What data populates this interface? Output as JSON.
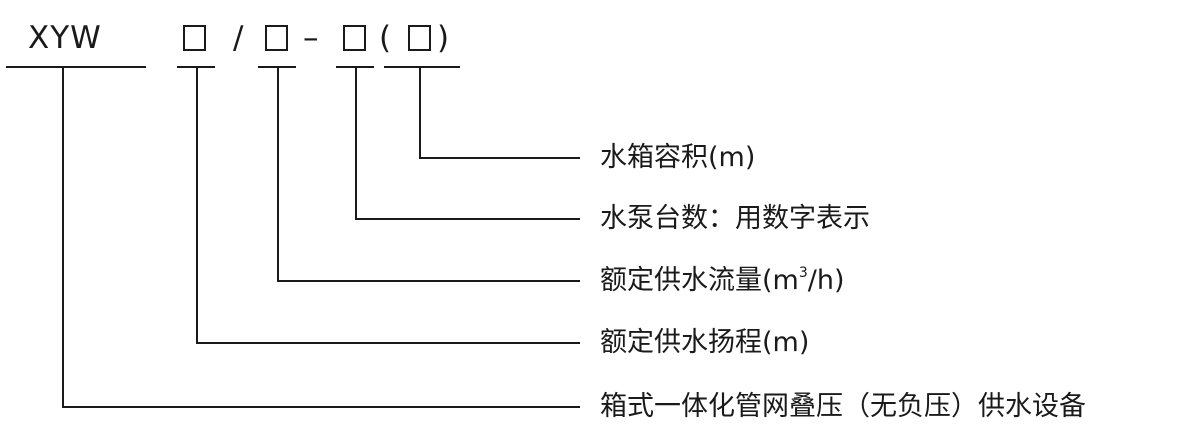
{
  "code": {
    "prefix": "XYW",
    "slash": "/",
    "dash": "–",
    "paren_open": "(",
    "paren_close": ")"
  },
  "labels": {
    "tank_volume": "水箱容积(m)",
    "pump_count": "水泵台数：用数字表示",
    "flow_prefix": "额定供水流量(m",
    "flow_sup": "3",
    "flow_suffix": "/h)",
    "head": "额定供水扬程(m)",
    "product": "箱式一体化管网叠压（无负压）供水设备"
  }
}
